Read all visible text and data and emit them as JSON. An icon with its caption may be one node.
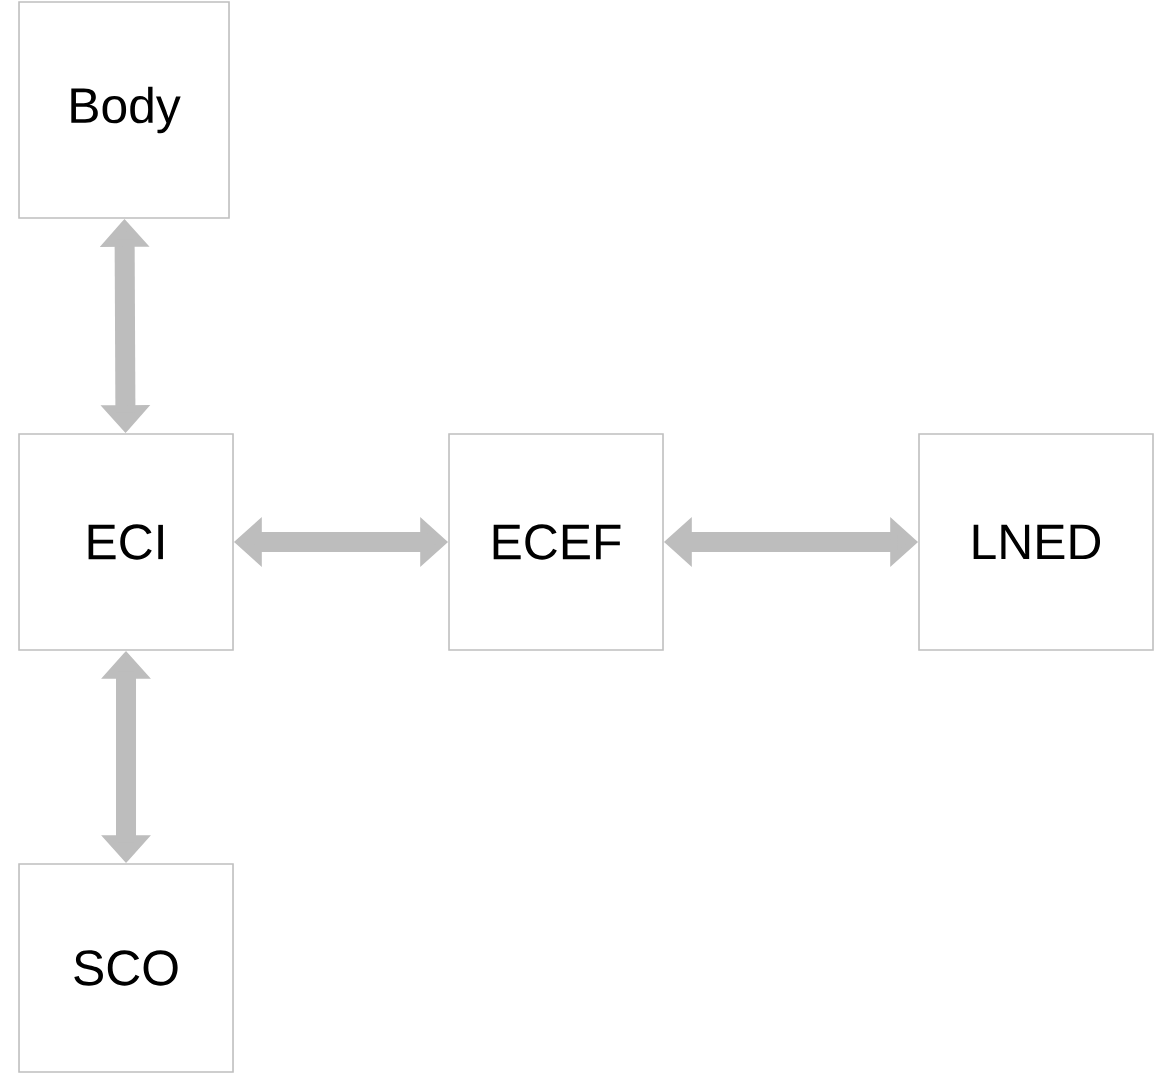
{
  "diagram": {
    "nodes": [
      {
        "text": [
          "Body"
        ]
      },
      {
        "text": [
          "ECI"
        ]
      },
      {
        "text": [
          "ECEF"
        ]
      },
      {
        "text": [
          "LNED"
        ]
      },
      {
        "text": [
          "SCO"
        ]
      }
    ],
    "edges": [
      {
        "from": 0,
        "to": 1,
        "arrow": "both"
      },
      {
        "from": 1,
        "to": 2,
        "arrow": "both"
      },
      {
        "from": 2,
        "to": 3,
        "arrow": "both"
      },
      {
        "from": 1,
        "to": 4,
        "arrow": "both"
      }
    ]
  }
}
